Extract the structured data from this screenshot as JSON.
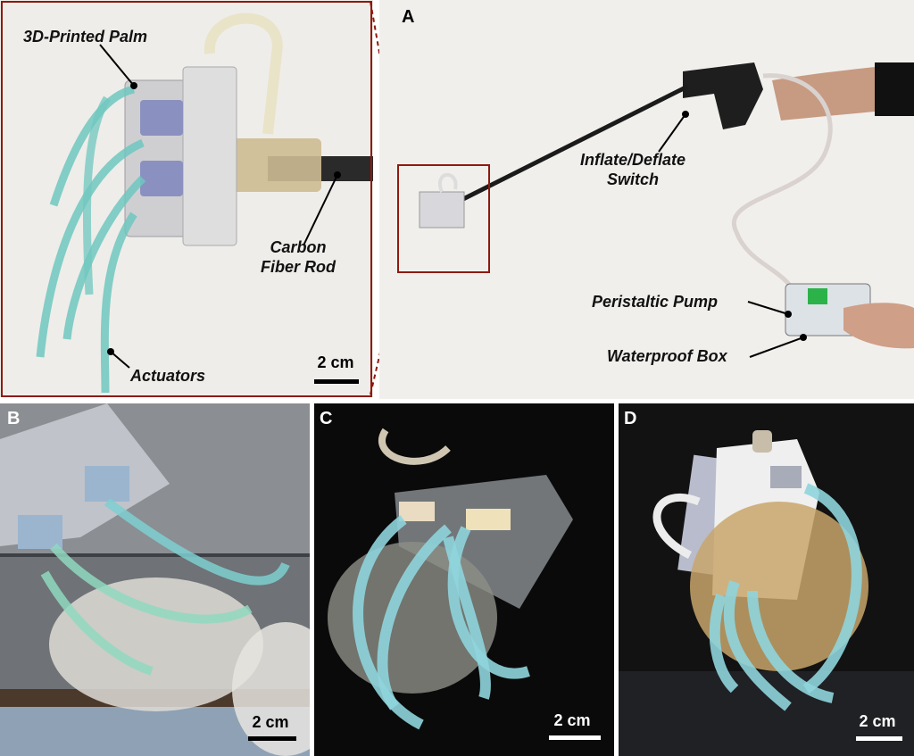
{
  "panels": {
    "inset": {
      "callouts": {
        "palm": "3D-Printed Palm",
        "rod_line1": "Carbon",
        "rod_line2": "Fiber Rod",
        "actuators": "Actuators"
      },
      "scale_label": "2 cm"
    },
    "a": {
      "label": "A",
      "callouts": {
        "switch_line1": "Inflate/Deflate",
        "switch_line2": "Switch",
        "pump": "Peristaltic Pump",
        "box": "Waterproof Box"
      }
    },
    "b": {
      "label": "B",
      "scale_label": "2 cm"
    },
    "c": {
      "label": "C",
      "scale_label": "2 cm"
    },
    "d": {
      "label": "D",
      "scale_label": "2 cm"
    }
  },
  "colors": {
    "frame_red": "#8e1a10",
    "actuator_teal": "#6fc7bf",
    "background_light": "#f1efec",
    "background_dark": "#0a0a0a"
  }
}
